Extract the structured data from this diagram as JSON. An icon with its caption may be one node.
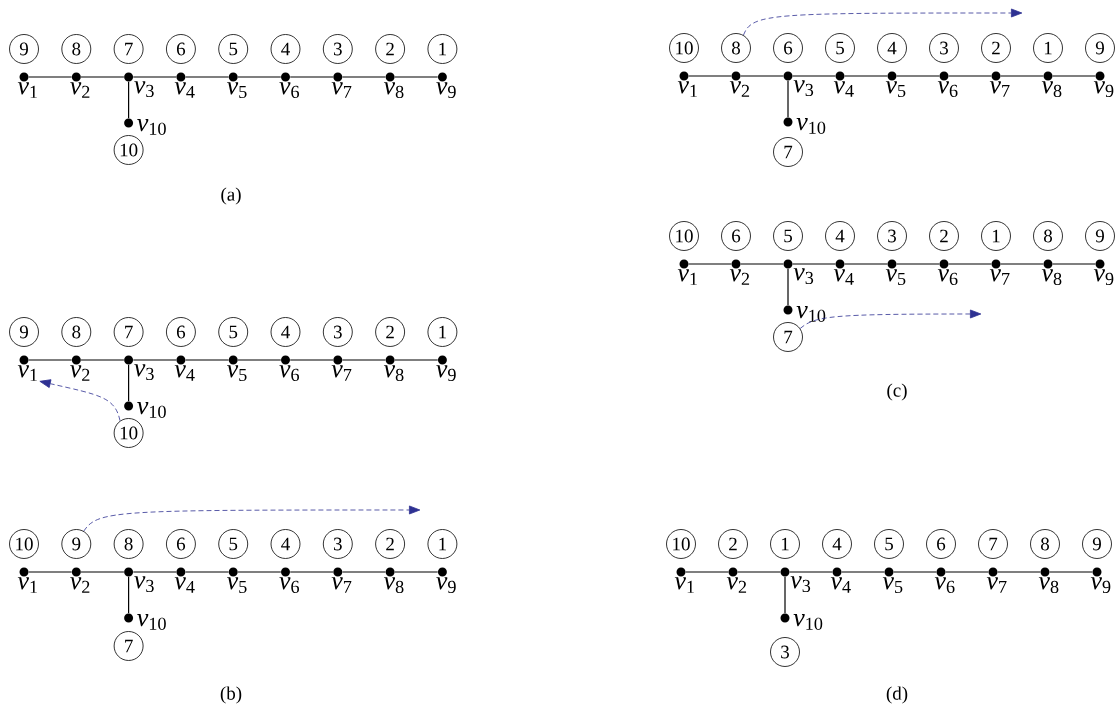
{
  "diagram": {
    "nodes": [
      {
        "text": [
          "9"
        ]
      },
      {
        "text": [
          "8"
        ]
      },
      {
        "text": [
          "7"
        ]
      },
      {
        "text": [
          "6"
        ]
      },
      {
        "text": [
          "5"
        ]
      },
      {
        "text": [
          "4"
        ]
      },
      {
        "text": [
          "3"
        ]
      },
      {
        "text": [
          "2"
        ]
      },
      {
        "text": [
          "1"
        ]
      },
      {
        "text": [],
        "shape": "circle",
        "beside": [
          "*v*$_{1}$"
        ]
      },
      {
        "text": [],
        "shape": "circle",
        "beside": [
          "*v*$_{2}$"
        ]
      },
      {
        "text": [],
        "shape": "circle",
        "beside": [
          "*v*$_{3}$"
        ]
      },
      {
        "text": [],
        "shape": "circle",
        "beside": [
          "*v*$_{4}$"
        ]
      },
      {
        "text": [],
        "shape": "circle",
        "beside": [
          "*v*$_{5}$"
        ]
      },
      {
        "text": [],
        "shape": "circle",
        "beside": [
          "*v*$_{6}$"
        ]
      },
      {
        "text": [],
        "shape": "circle",
        "beside": [
          "*v*$_{7}$"
        ]
      },
      {
        "text": [],
        "shape": "circle",
        "beside": [
          "*v*$_{8}$"
        ]
      },
      {
        "text": [],
        "shape": "circle",
        "beside": [
          "*v*$_{9}$"
        ]
      },
      {
        "text": [],
        "shape": "circle",
        "beside": [
          "*v*$_{10}$"
        ]
      },
      {
        "text": [
          "10"
        ]
      },
      {
        "text": [
          "10"
        ]
      },
      {
        "text": [
          "8"
        ]
      },
      {
        "text": [
          "6"
        ]
      },
      {
        "text": [
          "5"
        ]
      },
      {
        "text": [
          "4"
        ]
      },
      {
        "text": [
          "3"
        ]
      },
      {
        "text": [
          "2"
        ]
      },
      {
        "text": [
          "1"
        ]
      },
      {
        "text": [
          "9"
        ]
      },
      {
        "text": [],
        "shape": "circle",
        "beside": [
          "*v*$_{1}$"
        ]
      },
      {
        "text": [],
        "shape": "circle",
        "beside": [
          "*v*$_{2}$"
        ]
      },
      {
        "text": [],
        "shape": "circle",
        "beside": [
          "*v*$_{3}$"
        ]
      },
      {
        "text": [],
        "shape": "circle",
        "beside": [
          "*v*$_{4}$"
        ]
      },
      {
        "text": [],
        "shape": "circle",
        "beside": [
          "*v*$_{5}$"
        ]
      },
      {
        "text": [],
        "shape": "circle",
        "beside": [
          "*v*$_{6}$"
        ]
      },
      {
        "text": [],
        "shape": "circle",
        "beside": [
          "*v*$_{7}$"
        ]
      },
      {
        "text": [],
        "shape": "circle",
        "beside": [
          "*v*$_{8}$"
        ]
      },
      {
        "text": [],
        "shape": "circle",
        "beside": [
          "*v*$_{9}$"
        ]
      },
      {
        "text": [],
        "shape": "circle",
        "beside": [
          "*v*$_{10}$"
        ]
      },
      {
        "text": [
          "7"
        ]
      },
      {
        "text": [
          "10"
        ]
      },
      {
        "text": [
          "6"
        ]
      },
      {
        "text": [
          "5"
        ]
      },
      {
        "text": [
          "4"
        ]
      },
      {
        "text": [
          "3"
        ]
      },
      {
        "text": [
          "2"
        ]
      },
      {
        "text": [
          "1"
        ]
      },
      {
        "text": [
          "8"
        ]
      },
      {
        "text": [
          "9"
        ]
      },
      {
        "text": [],
        "shape": "circle",
        "beside": [
          "*v*$_{1}$"
        ]
      },
      {
        "text": [],
        "shape": "circle",
        "beside": [
          "*v*$_{2}$"
        ]
      },
      {
        "text": [],
        "shape": "circle",
        "beside": [
          "*v*$_{3}$"
        ]
      },
      {
        "text": [],
        "shape": "circle",
        "beside": [
          "*v*$_{4}$"
        ]
      },
      {
        "text": [],
        "shape": "circle",
        "beside": [
          "*v*$_{5}$"
        ]
      },
      {
        "text": [],
        "shape": "circle",
        "beside": [
          "*v*$_{6}$"
        ]
      },
      {
        "text": [],
        "shape": "circle",
        "beside": [
          "*v*$_{7}$"
        ]
      },
      {
        "text": [],
        "shape": "circle",
        "beside": [
          "*v*$_{8}$"
        ]
      },
      {
        "text": [],
        "shape": "circle",
        "beside": [
          "*v*$_{9}$"
        ]
      },
      {
        "text": [],
        "shape": "circle",
        "beside": [
          "*v*$_{10}$"
        ]
      },
      {
        "text": [
          "7"
        ]
      },
      {
        "text": [
          "9"
        ]
      },
      {
        "text": [
          "8"
        ]
      },
      {
        "text": [
          "7"
        ]
      },
      {
        "text": [
          "6"
        ]
      },
      {
        "text": [
          "5"
        ]
      },
      {
        "text": [
          "4"
        ]
      },
      {
        "text": [
          "3"
        ]
      },
      {
        "text": [
          "2"
        ]
      },
      {
        "text": [
          "1"
        ]
      },
      {
        "text": [],
        "shape": "circle",
        "beside": [
          "*v*$_{1}$"
        ]
      },
      {
        "text": [],
        "shape": "circle",
        "beside": [
          "*v*$_{2}$"
        ]
      },
      {
        "text": [],
        "shape": "circle",
        "beside": [
          "*v*$_{3}$"
        ]
      },
      {
        "text": [],
        "shape": "circle",
        "beside": [
          "*v*$_{4}$"
        ]
      },
      {
        "text": [],
        "shape": "circle",
        "beside": [
          "*v*$_{5}$"
        ]
      },
      {
        "text": [],
        "shape": "circle",
        "beside": [
          "*v*$_{6}$"
        ]
      },
      {
        "text": [],
        "shape": "circle",
        "beside": [
          "*v*$_{7}$"
        ]
      },
      {
        "text": [],
        "shape": "circle",
        "beside": [
          "*v*$_{8}$"
        ]
      },
      {
        "text": [],
        "shape": "circle",
        "beside": [
          "*v*$_{9}$"
        ]
      },
      {
        "text": [],
        "shape": "circle",
        "beside": [
          "*v*$_{10}$"
        ]
      },
      {
        "text": [
          "10"
        ]
      },
      {
        "text": [
          "10"
        ]
      },
      {
        "text": [
          "9"
        ]
      },
      {
        "text": [
          "8"
        ]
      },
      {
        "text": [
          "6"
        ]
      },
      {
        "text": [
          "5"
        ]
      },
      {
        "text": [
          "4"
        ]
      },
      {
        "text": [
          "3"
        ]
      },
      {
        "text": [
          "2"
        ]
      },
      {
        "text": [
          "1"
        ]
      },
      {
        "text": [],
        "shape": "circle",
        "beside": [
          "*v*$_{1}$"
        ]
      },
      {
        "text": [],
        "shape": "circle",
        "beside": [
          "*v*$_{2}$"
        ]
      },
      {
        "text": [],
        "shape": "circle",
        "beside": [
          "*v*$_{3}$"
        ]
      },
      {
        "text": [],
        "shape": "circle",
        "beside": [
          "*v*$_{4}$"
        ]
      },
      {
        "text": [],
        "shape": "circle",
        "beside": [
          "*v*$_{5}$"
        ]
      },
      {
        "text": [],
        "shape": "circle",
        "beside": [
          "*v*$_{6}$"
        ]
      },
      {
        "text": [],
        "shape": "circle",
        "beside": [
          "*v*$_{7}$"
        ]
      },
      {
        "text": [],
        "shape": "circle",
        "beside": [
          "*v*$_{8}$"
        ]
      },
      {
        "text": [],
        "shape": "circle",
        "beside": [
          "*v*$_{9}$"
        ]
      },
      {
        "text": [],
        "shape": "circle",
        "beside": [
          "*v*$_{10}$"
        ]
      },
      {
        "text": [
          "7"
        ]
      },
      {
        "text": [
          "10"
        ]
      },
      {
        "text": [
          "2"
        ]
      },
      {
        "text": [
          "1"
        ]
      },
      {
        "text": [
          "4"
        ]
      },
      {
        "text": [
          "5"
        ]
      },
      {
        "text": [
          "6"
        ]
      },
      {
        "text": [
          "7"
        ]
      },
      {
        "text": [
          "8"
        ]
      },
      {
        "text": [
          "9"
        ]
      },
      {
        "text": [],
        "shape": "circle",
        "beside": [
          "*v*$_{1}$"
        ]
      },
      {
        "text": [],
        "shape": "circle",
        "beside": [
          "*v*$_{2}$"
        ]
      },
      {
        "text": [],
        "shape": "circle",
        "beside": [
          "*v*$_{3}$"
        ]
      },
      {
        "text": [],
        "shape": "circle",
        "beside": [
          "*v*$_{4}$"
        ]
      },
      {
        "text": [],
        "shape": "circle",
        "beside": [
          "*v*$_{5}$"
        ]
      },
      {
        "text": [],
        "shape": "circle",
        "beside": [
          "*v*$_{6}$"
        ]
      },
      {
        "text": [],
        "shape": "circle",
        "beside": [
          "*v*$_{7}$"
        ]
      },
      {
        "text": [],
        "shape": "circle",
        "beside": [
          "*v*$_{8}$"
        ]
      },
      {
        "text": [],
        "shape": "circle",
        "beside": [
          "*v*$_{9}$"
        ]
      },
      {
        "text": [],
        "shape": "circle",
        "beside": [
          "*v*$_{10}$"
        ]
      },
      {
        "text": [
          "3"
        ]
      }
    ],
    "edges": [
      {
        "from": 9,
        "to": 10,
        "arrow": "none"
      },
      {
        "from": 10,
        "to": 11,
        "arrow": "none"
      },
      {
        "from": 11,
        "to": 12,
        "arrow": "none"
      },
      {
        "from": 12,
        "to": 13,
        "arrow": "none"
      },
      {
        "from": 13,
        "to": 14,
        "arrow": "none"
      },
      {
        "from": 14,
        "to": 15,
        "arrow": "none"
      },
      {
        "from": 15,
        "to": 16,
        "arrow": "none"
      },
      {
        "from": 16,
        "to": 17,
        "arrow": "none"
      },
      {
        "from": 11,
        "to": 18,
        "arrow": "none"
      },
      {
        "from": 29,
        "to": 30,
        "arrow": "none"
      },
      {
        "from": 30,
        "to": 31,
        "arrow": "none"
      },
      {
        "from": 31,
        "to": 32,
        "arrow": "none"
      },
      {
        "from": 32,
        "to": 33,
        "arrow": "none"
      },
      {
        "from": 33,
        "to": 34,
        "arrow": "none"
      },
      {
        "from": 34,
        "to": 35,
        "arrow": "none"
      },
      {
        "from": 35,
        "to": 36,
        "arrow": "none"
      },
      {
        "from": 36,
        "to": 37,
        "arrow": "none"
      },
      {
        "from": 31,
        "to": 38,
        "arrow": "none"
      },
      {
        "from": 49,
        "to": 50,
        "arrow": "none"
      },
      {
        "from": 50,
        "to": 51,
        "arrow": "none"
      },
      {
        "from": 51,
        "to": 52,
        "arrow": "none"
      },
      {
        "from": 52,
        "to": 53,
        "arrow": "none"
      },
      {
        "from": 53,
        "to": 54,
        "arrow": "none"
      },
      {
        "from": 54,
        "to": 55,
        "arrow": "none"
      },
      {
        "from": 55,
        "to": 56,
        "arrow": "none"
      },
      {
        "from": 56,
        "to": 57,
        "arrow": "none"
      },
      {
        "from": 51,
        "to": 58,
        "arrow": "none"
      },
      {
        "from": 69,
        "to": 70,
        "arrow": "none"
      },
      {
        "from": 70,
        "to": 71,
        "arrow": "none"
      },
      {
        "from": 71,
        "to": 72,
        "arrow": "none"
      },
      {
        "from": 72,
        "to": 73,
        "arrow": "none"
      },
      {
        "from": 73,
        "to": 74,
        "arrow": "none"
      },
      {
        "from": 74,
        "to": 75,
        "arrow": "none"
      },
      {
        "from": 75,
        "to": 76,
        "arrow": "none"
      },
      {
        "from": 76,
        "to": 77,
        "arrow": "none"
      },
      {
        "from": 71,
        "to": 78,
        "arrow": "none"
      },
      {
        "from": 89,
        "to": 90,
        "arrow": "none"
      },
      {
        "from": 90,
        "to": 91,
        "arrow": "none"
      },
      {
        "from": 91,
        "to": 92,
        "arrow": "none"
      },
      {
        "from": 92,
        "to": 93,
        "arrow": "none"
      },
      {
        "from": 93,
        "to": 94,
        "arrow": "none"
      },
      {
        "from": 94,
        "to": 95,
        "arrow": "none"
      },
      {
        "from": 95,
        "to": 96,
        "arrow": "none"
      },
      {
        "from": 96,
        "to": 97,
        "arrow": "none"
      },
      {
        "from": 91,
        "to": 98,
        "arrow": "none"
      },
      {
        "from": 109,
        "to": 110,
        "arrow": "none"
      },
      {
        "from": 110,
        "to": 111,
        "arrow": "none"
      },
      {
        "from": 111,
        "to": 112,
        "arrow": "none"
      },
      {
        "from": 112,
        "to": 113,
        "arrow": "none"
      },
      {
        "from": 113,
        "to": 114,
        "arrow": "none"
      },
      {
        "from": 114,
        "to": 115,
        "arrow": "none"
      },
      {
        "from": 115,
        "to": 116,
        "arrow": "none"
      },
      {
        "from": 116,
        "to": 117,
        "arrow": "none"
      },
      {
        "from": 111,
        "to": 118,
        "arrow": "none"
      },
      {
        "from": 21,
        "to": null,
        "arrow": "to",
        "style": "dashed",
        "color": "#2e3192"
      },
      {
        "from": 59,
        "to": null,
        "arrow": "to",
        "style": "dashed",
        "color": "#2e3192"
      },
      {
        "from": 79,
        "to": 69,
        "arrow": "to",
        "style": "dashed",
        "color": "#2e3192"
      },
      {
        "from": 81,
        "to": null,
        "arrow": "to",
        "style": "dashed",
        "color": "#2e3192"
      }
    ],
    "labels": [
      "(a)",
      "(c)",
      "(b)",
      "(d)"
    ]
  }
}
